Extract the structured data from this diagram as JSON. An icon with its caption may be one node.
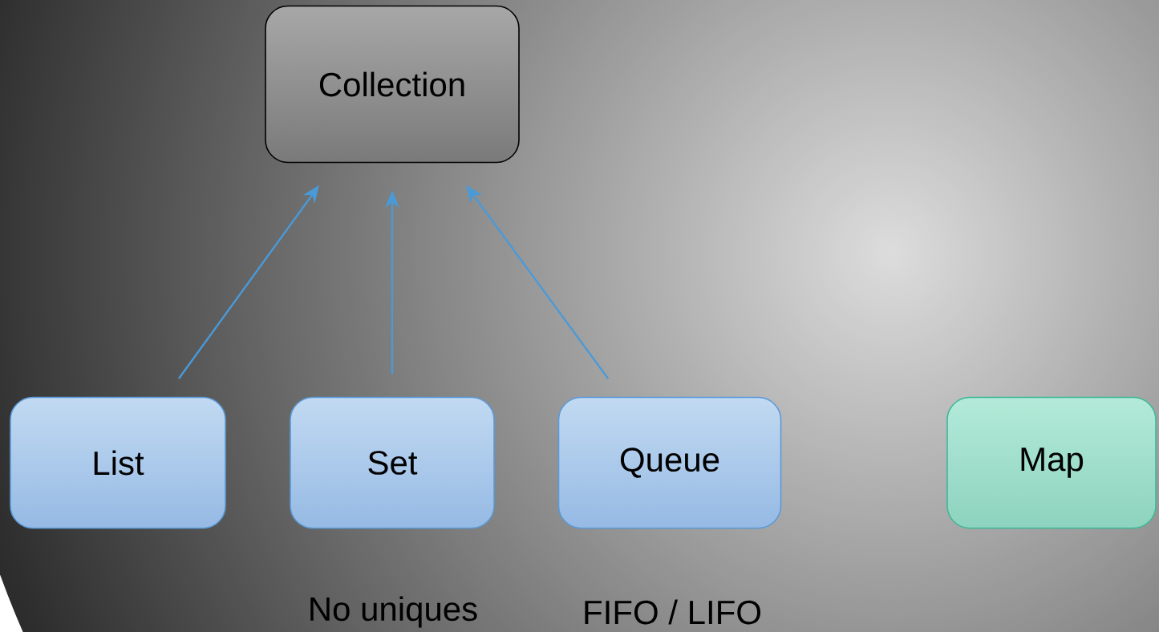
{
  "diagram": {
    "nodes": [
      {
        "text": [
          "Collection"
        ]
      },
      {
        "text": [
          "List"
        ]
      },
      {
        "text": [
          "Set"
        ]
      },
      {
        "text": [
          "Queue"
        ]
      },
      {
        "text": [
          "Map"
        ]
      }
    ],
    "edges": [
      {
        "from": 1,
        "to": 0,
        "arrow": "to"
      },
      {
        "from": 2,
        "to": 0,
        "arrow": "to"
      },
      {
        "from": 3,
        "to": 0,
        "arrow": "to"
      }
    ],
    "labels": [
      "No uniques",
      "FIFO / LIFO"
    ]
  }
}
